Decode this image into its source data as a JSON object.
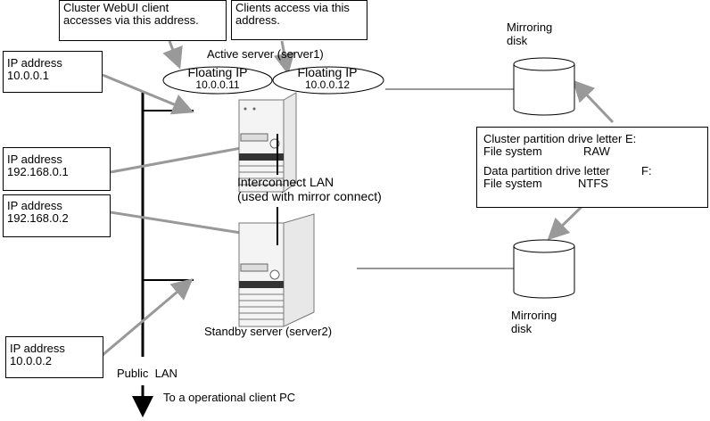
{
  "callouts": {
    "webui": {
      "line1": "Cluster WebUI client",
      "line2": "accesses via this address."
    },
    "clients": {
      "line1": "Clients access via this",
      "line2": "address."
    }
  },
  "servers": {
    "active": {
      "label": "Active server (server1)"
    },
    "standby": {
      "label": "Standby server (server2)"
    }
  },
  "floating_ips": [
    {
      "title": "Floating IP",
      "address": "10.0.0.11"
    },
    {
      "title": "Floating IP",
      "address": "10.0.0.12"
    }
  ],
  "ip_boxes": [
    {
      "title": "IP address",
      "address": "10.0.0.1"
    },
    {
      "title": "IP address",
      "address": "192.168.0.1"
    },
    {
      "title": "IP address",
      "address": "192.168.0.2"
    },
    {
      "title": "IP address",
      "address": "10.0.0.2"
    }
  ],
  "interconnect": {
    "line1": "Interconnect LAN",
    "line2": "(used with mirror connect)"
  },
  "public_lan": {
    "label": "Public  LAN",
    "destination": "To a operational client PC"
  },
  "disks": [
    {
      "line1": "Mirroring",
      "line2": "disk"
    },
    {
      "line1": "Mirroring",
      "line2": "disk"
    }
  ],
  "partition_info": {
    "cluster_drive_label": "Cluster partition drive letter",
    "cluster_drive_value": "E:",
    "cluster_fs_label": "File system",
    "cluster_fs_value": "RAW",
    "data_drive_label": "Data partition drive letter",
    "data_drive_value": "F:",
    "data_fs_label": "File system",
    "data_fs_value": "NTFS"
  },
  "colors": {
    "connector": "#999999",
    "line": "#000000"
  }
}
